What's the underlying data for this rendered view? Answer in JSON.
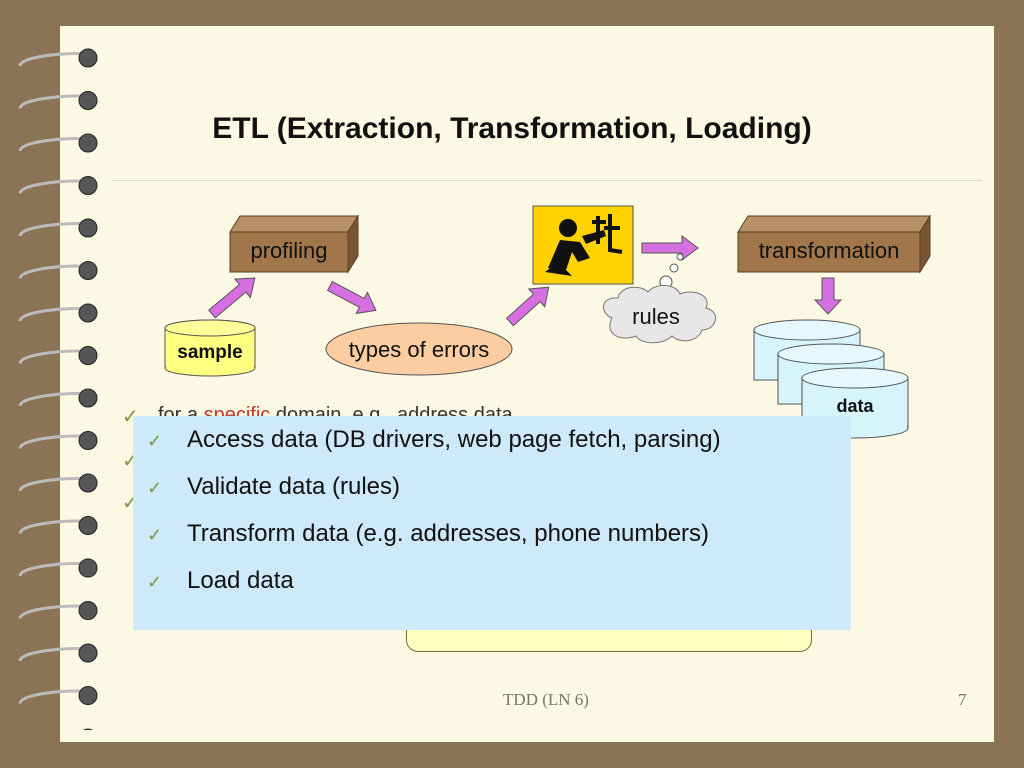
{
  "title": "ETL (Extraction, Transformation, Loading)",
  "diagram": {
    "profiling": "profiling",
    "transformation": "transformation",
    "sample": "sample",
    "types_of_errors": "types of errors",
    "rules": "rules",
    "data": "data"
  },
  "background_bullet": {
    "prefix": "for a ",
    "highlight": "specific",
    "suffix": " domain, e.g., address data"
  },
  "bullets": [
    "Access data (DB drivers, web page fetch, parsing)",
    "Validate data (rules)",
    "Transform data (e.g. addresses, phone numbers)",
    "Load data"
  ],
  "footer": {
    "center": "TDD (LN 6)",
    "page_number": "7"
  },
  "colors": {
    "background": "#8b7355",
    "page": "#fbf8e4",
    "panel": "#cde9fa",
    "box": "#a0764a",
    "arrow": "#d66fe0",
    "cylinder_yellow": "#ffff80",
    "cylinder_blue": "#d8f4fb",
    "checkmark": "#7a9a46"
  }
}
